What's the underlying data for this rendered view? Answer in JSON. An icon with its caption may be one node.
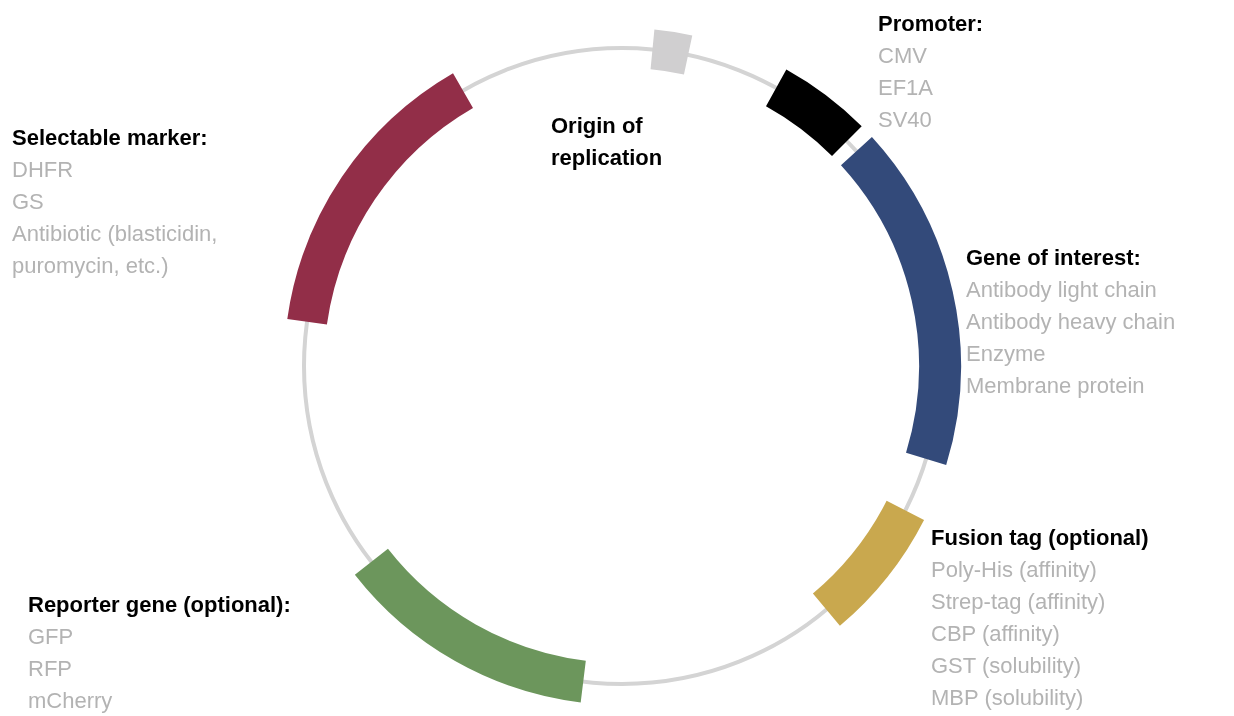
{
  "diagram": {
    "nodes": [
      {
        "text": [],
        "shape": "bar",
        "beside": [
          "Promoter:",
          "CMV",
          "EF1A",
          "SV40"
        ]
      },
      {
        "text": [],
        "shape": "bar",
        "beside": [
          "Origin of replication"
        ]
      },
      {
        "text": [],
        "shape": "bar",
        "beside": [
          "Selectable marker:",
          "DHFR",
          "GS",
          "Antibiotic (blasticidin, puromycin, etc.)"
        ]
      },
      {
        "text": [],
        "shape": "bar",
        "beside": [
          "Gene of interest:",
          "Antibody light chain",
          "Antibody heavy chain",
          "Enzyme",
          "Membrane protein"
        ]
      },
      {
        "text": [],
        "shape": "bar",
        "beside": [
          "Fusion tag (optional)",
          "Poly-His (affinity)",
          "Strep-tag (affinity)",
          "CBP (affinity)",
          "GST (solubility)",
          "MBP (solubility)"
        ]
      },
      {
        "text": [],
        "shape": "bar",
        "beside": [
          "Reporter gene (optional):",
          "GFP",
          "RFP",
          "mCherry"
        ]
      }
    ]
  }
}
